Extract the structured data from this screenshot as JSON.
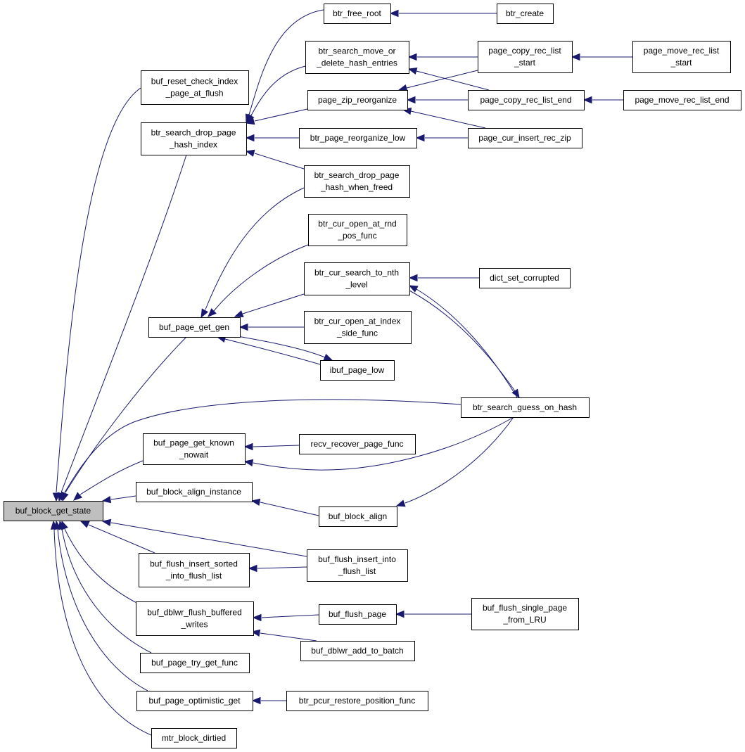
{
  "graph": {
    "colors": {
      "edge": "#191970",
      "root_fill": "#bfbfbf",
      "node_fill": "#ffffff",
      "node_border": "#000000"
    },
    "nodes": [
      {
        "id": "root",
        "lines": [
          "buf_block_get_state"
        ]
      },
      {
        "id": "reset_check",
        "lines": [
          "buf_reset_check_index",
          "_page_at_flush"
        ]
      },
      {
        "id": "drop_page_hash",
        "lines": [
          "btr_search_drop_page",
          "_hash_index"
        ]
      },
      {
        "id": "page_get_gen",
        "lines": [
          "buf_page_get_gen"
        ]
      },
      {
        "id": "get_known",
        "lines": [
          "buf_page_get_known",
          "_nowait"
        ]
      },
      {
        "id": "align_instance",
        "lines": [
          "buf_block_align_instance"
        ]
      },
      {
        "id": "flush_insert_sorted",
        "lines": [
          "buf_flush_insert_sorted",
          "_into_flush_list"
        ]
      },
      {
        "id": "dblwr_flush",
        "lines": [
          "buf_dblwr_flush_buffered",
          "_writes"
        ]
      },
      {
        "id": "try_get",
        "lines": [
          "buf_page_try_get_func"
        ]
      },
      {
        "id": "optimistic_get",
        "lines": [
          "buf_page_optimistic_get"
        ]
      },
      {
        "id": "mtr_dirtied",
        "lines": [
          "mtr_block_dirtied"
        ]
      },
      {
        "id": "free_root",
        "lines": [
          "btr_free_root"
        ]
      },
      {
        "id": "search_move",
        "lines": [
          "btr_search_move_or",
          "_delete_hash_entries"
        ]
      },
      {
        "id": "zip_reorganize",
        "lines": [
          "page_zip_reorganize"
        ]
      },
      {
        "id": "reorganize_low",
        "lines": [
          "btr_page_reorganize_low"
        ]
      },
      {
        "id": "drop_when_freed",
        "lines": [
          "btr_search_drop_page",
          "_hash_when_freed"
        ]
      },
      {
        "id": "open_rnd",
        "lines": [
          "btr_cur_open_at_rnd",
          "_pos_func"
        ]
      },
      {
        "id": "search_nth",
        "lines": [
          "btr_cur_search_to_nth",
          "_level"
        ]
      },
      {
        "id": "open_index_side",
        "lines": [
          "btr_cur_open_at_index",
          "_side_func"
        ]
      },
      {
        "id": "ibuf_page_low",
        "lines": [
          "ibuf_page_low"
        ]
      },
      {
        "id": "guess_on_hash",
        "lines": [
          "btr_search_guess_on_hash"
        ]
      },
      {
        "id": "recv_recover",
        "lines": [
          "recv_recover_page_func"
        ]
      },
      {
        "id": "block_align",
        "lines": [
          "buf_block_align"
        ]
      },
      {
        "id": "flush_insert_into",
        "lines": [
          "buf_flush_insert_into",
          "_flush_list"
        ]
      },
      {
        "id": "flush_page",
        "lines": [
          "buf_flush_page"
        ]
      },
      {
        "id": "dblwr_add",
        "lines": [
          "buf_dblwr_add_to_batch"
        ]
      },
      {
        "id": "pcur_restore",
        "lines": [
          "btr_pcur_restore_position_func"
        ]
      },
      {
        "id": "btr_create",
        "lines": [
          "btr_create"
        ]
      },
      {
        "id": "copy_rec_start",
        "lines": [
          "page_copy_rec_list",
          "_start"
        ]
      },
      {
        "id": "copy_rec_end",
        "lines": [
          "page_copy_rec_list_end"
        ]
      },
      {
        "id": "cur_insert_zip",
        "lines": [
          "page_cur_insert_rec_zip"
        ]
      },
      {
        "id": "dict_corrupted",
        "lines": [
          "dict_set_corrupted"
        ]
      },
      {
        "id": "single_page_lru",
        "lines": [
          "buf_flush_single_page",
          "_from_LRU"
        ]
      },
      {
        "id": "move_rec_start",
        "lines": [
          "page_move_rec_list",
          "_start"
        ]
      },
      {
        "id": "move_rec_end",
        "lines": [
          "page_move_rec_list_end"
        ]
      }
    ],
    "edges": [
      {
        "from": "reset_check",
        "to": "root"
      },
      {
        "from": "drop_page_hash",
        "to": "root"
      },
      {
        "from": "page_get_gen",
        "to": "root"
      },
      {
        "from": "get_known",
        "to": "root"
      },
      {
        "from": "align_instance",
        "to": "root"
      },
      {
        "from": "flush_insert_sorted",
        "to": "root"
      },
      {
        "from": "dblwr_flush",
        "to": "root"
      },
      {
        "from": "try_get",
        "to": "root"
      },
      {
        "from": "optimistic_get",
        "to": "root"
      },
      {
        "from": "mtr_dirtied",
        "to": "root"
      },
      {
        "from": "guess_on_hash",
        "to": "root"
      },
      {
        "from": "flush_insert_into",
        "to": "root"
      },
      {
        "from": "free_root",
        "to": "drop_page_hash"
      },
      {
        "from": "search_move",
        "to": "drop_page_hash"
      },
      {
        "from": "zip_reorganize",
        "to": "drop_page_hash"
      },
      {
        "from": "reorganize_low",
        "to": "drop_page_hash"
      },
      {
        "from": "drop_when_freed",
        "to": "drop_page_hash"
      },
      {
        "from": "drop_when_freed",
        "to": "page_get_gen"
      },
      {
        "from": "open_rnd",
        "to": "page_get_gen"
      },
      {
        "from": "search_nth",
        "to": "page_get_gen"
      },
      {
        "from": "open_index_side",
        "to": "page_get_gen"
      },
      {
        "from": "ibuf_page_low",
        "to": "page_get_gen"
      },
      {
        "from": "page_get_gen",
        "to": "ibuf_page_low"
      },
      {
        "from": "recv_recover",
        "to": "get_known"
      },
      {
        "from": "guess_on_hash",
        "to": "get_known"
      },
      {
        "from": "block_align",
        "to": "align_instance"
      },
      {
        "from": "guess_on_hash",
        "to": "block_align"
      },
      {
        "from": "flush_insert_into",
        "to": "flush_insert_sorted"
      },
      {
        "from": "flush_page",
        "to": "dblwr_flush"
      },
      {
        "from": "dblwr_add",
        "to": "dblwr_flush"
      },
      {
        "from": "pcur_restore",
        "to": "optimistic_get"
      },
      {
        "from": "btr_create",
        "to": "free_root"
      },
      {
        "from": "copy_rec_start",
        "to": "search_move"
      },
      {
        "from": "copy_rec_end",
        "to": "search_move"
      },
      {
        "from": "copy_rec_start",
        "to": "zip_reorganize"
      },
      {
        "from": "copy_rec_end",
        "to": "zip_reorganize"
      },
      {
        "from": "cur_insert_zip",
        "to": "zip_reorganize"
      },
      {
        "from": "cur_insert_zip",
        "to": "reorganize_low"
      },
      {
        "from": "move_rec_start",
        "to": "copy_rec_start"
      },
      {
        "from": "move_rec_end",
        "to": "copy_rec_end"
      },
      {
        "from": "dict_corrupted",
        "to": "search_nth"
      },
      {
        "from": "guess_on_hash",
        "to": "search_nth"
      },
      {
        "from": "search_nth",
        "to": "guess_on_hash"
      },
      {
        "from": "single_page_lru",
        "to": "flush_page"
      }
    ]
  }
}
